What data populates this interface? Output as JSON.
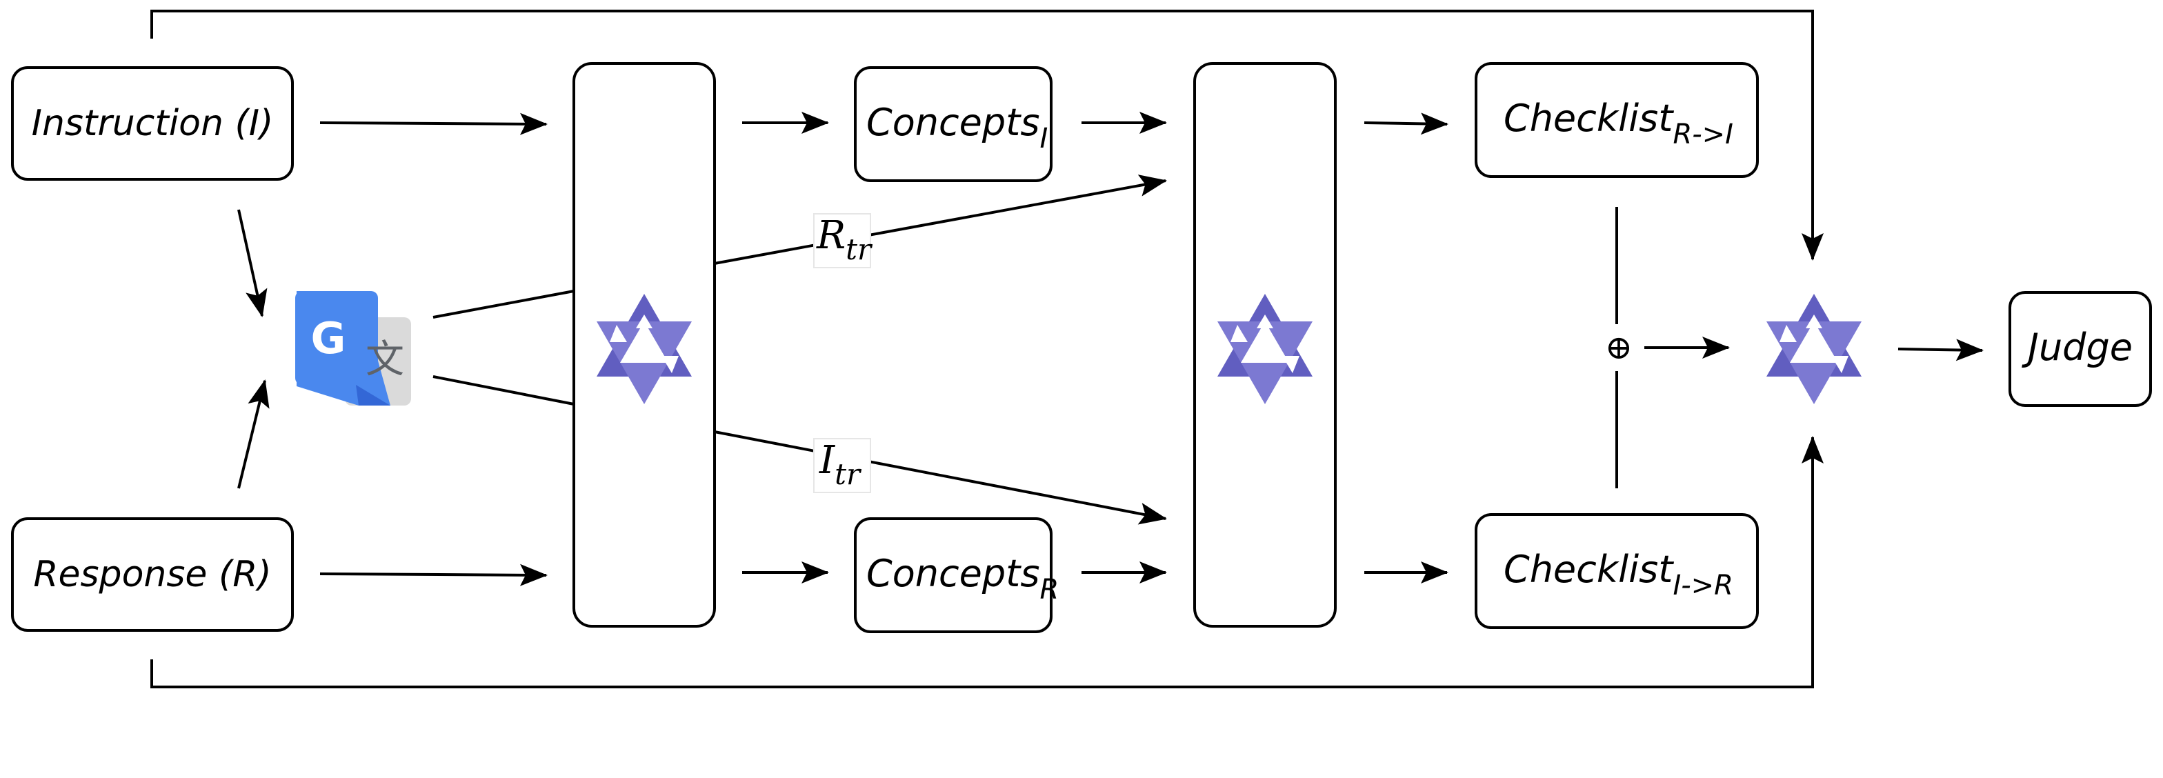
{
  "nodes": {
    "instruction": "Instruction (I)",
    "response": "Response (R)",
    "concepts_i": {
      "base": "Concepts",
      "sub": "I"
    },
    "concepts_r": {
      "base": "Concepts",
      "sub": "R"
    },
    "checklist_ri": {
      "base": "Checklist",
      "sub": "R->I"
    },
    "checklist_ir": {
      "base": "Checklist",
      "sub": "I->R"
    },
    "judge": "Judge"
  },
  "edge_labels": {
    "r_tr": {
      "base": "R",
      "sub": "tr"
    },
    "i_tr": {
      "base": "I",
      "sub": "tr"
    },
    "concat_symbol": "⊕"
  },
  "icons": {
    "translate": "google-translate-icon",
    "llm": "qwen-llm-icon"
  },
  "colors": {
    "llm_icon": "#615ec0",
    "translate_blue": "#4a88ee",
    "translate_blue_dark": "#3367d6",
    "translate_gray": "#dadada",
    "translate_glyph": "#5f6368",
    "stroke": "#000000"
  }
}
